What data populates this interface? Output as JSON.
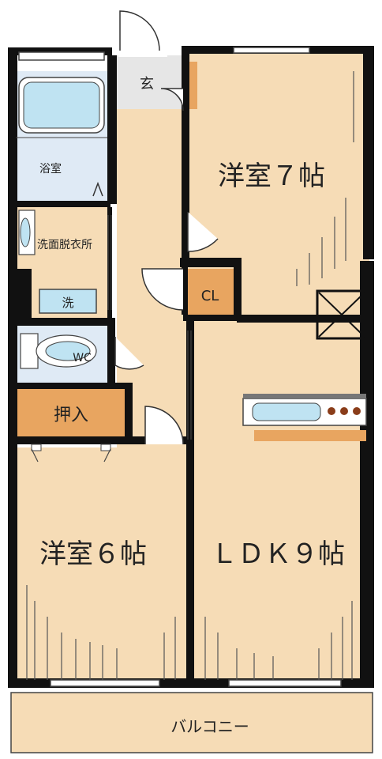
{
  "rooms": {
    "entrance": "玄",
    "bedroom_7": "洋室７帖",
    "bathroom": "浴室",
    "washroom": "洗面脱衣所",
    "washer": "洗",
    "closet": "CL",
    "toilet": "WC",
    "storage": "押入",
    "bedroom_6": "洋室６帖",
    "ldk": "ＬＤＫ９帖",
    "balcony": "バルコニー"
  },
  "colors": {
    "floor": "#f6dcb6",
    "tile": "#dfeaf5",
    "entrance": "#e6e6e6",
    "storage": "#e8a560",
    "wall": "#111111",
    "fixture": "#bfe3f2"
  }
}
